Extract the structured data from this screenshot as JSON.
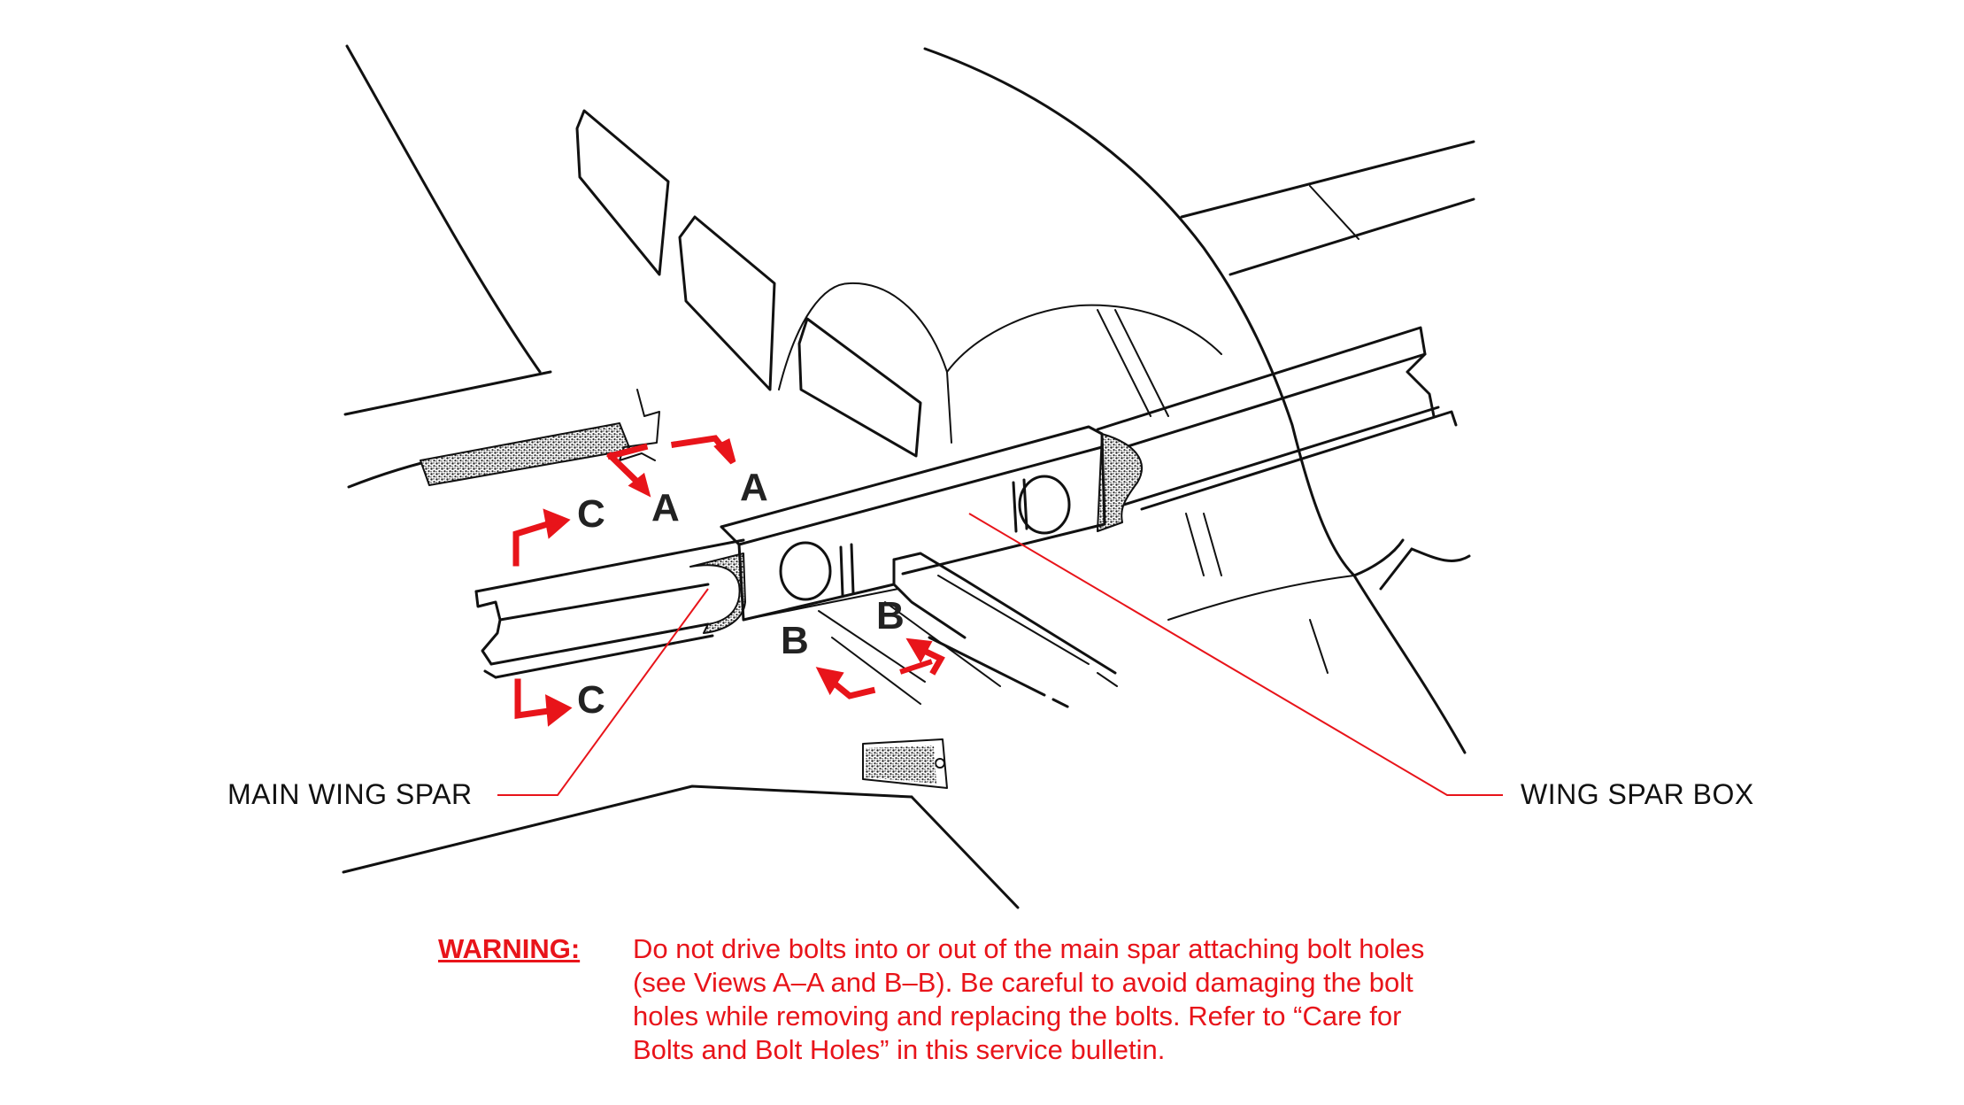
{
  "diagram": {
    "labels": {
      "main_wing_spar": "MAIN WING SPAR",
      "wing_spar_box": "WING SPAR BOX"
    },
    "section_views": {
      "a": "A",
      "b": "B",
      "c": "C"
    },
    "colors": {
      "line_art": "#111111",
      "annotation": "#e8141a",
      "stipple": "#222222"
    }
  },
  "warning": {
    "label": "WARNING:",
    "lines": [
      "Do not drive bolts into or out of the main spar attaching bolt holes",
      "(see Views A–A and B–B). Be careful to avoid damaging the bolt",
      "holes while removing and replacing the bolts. Refer to “Care for",
      "Bolts and Bolt Holes” in this service bulletin."
    ]
  }
}
